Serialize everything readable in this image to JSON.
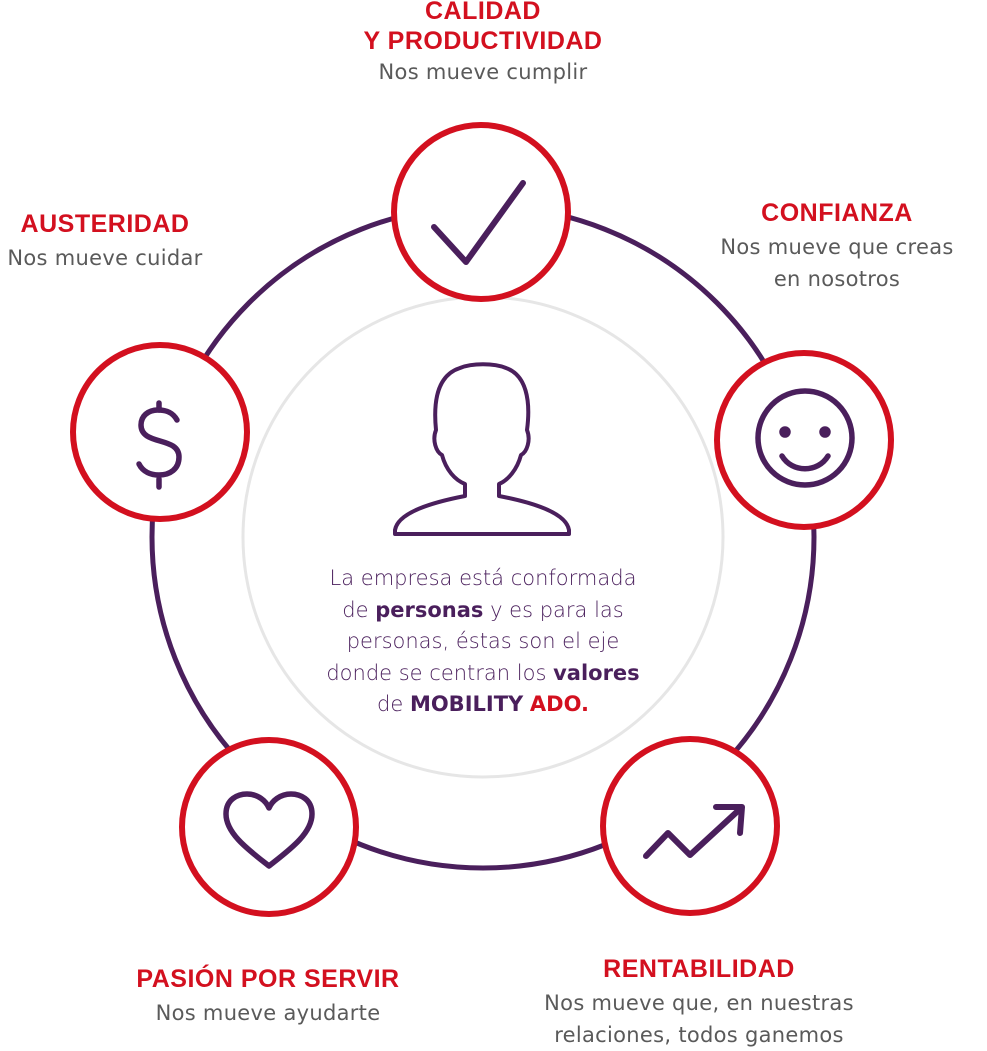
{
  "colors": {
    "accent_red": "#d3101f",
    "ring_purple": "#4a1f5c",
    "inner_ring_gray": "#e6e6e6",
    "text_gray": "#5a5a5a"
  },
  "center": {
    "icon": "person-icon",
    "line1": "La empresa está conformada",
    "line2_pre": "de ",
    "line2_bold": "personas",
    "line2_post": " y es para las",
    "line3": "personas, éstas son el eje",
    "line4_pre": "donde se centran los ",
    "line4_bold": "valores",
    "line5_pre": "de ",
    "line5_brand": "MOBILITY",
    "line5_brand_red": "ADO."
  },
  "values": [
    {
      "id": "calidad",
      "title": "CALIDAD\nY PRODUCTIVIDAD",
      "desc": "Nos mueve cumplir",
      "icon": "checkmark-icon"
    },
    {
      "id": "confianza",
      "title": "CONFIANZA",
      "desc": "Nos mueve que creas\nen nosotros",
      "icon": "smiley-face-icon"
    },
    {
      "id": "rentabilidad",
      "title": "RENTABILIDAD",
      "desc": "Nos mueve que, en nuestras\nrelaciones, todos ganemos",
      "icon": "trending-up-arrow-icon"
    },
    {
      "id": "pasion",
      "title": "PASIÓN POR SERVIR",
      "desc": "Nos mueve ayudarte",
      "icon": "heart-icon"
    },
    {
      "id": "austeridad",
      "title": "AUSTERIDAD",
      "desc": "Nos mueve cuidar",
      "icon": "dollar-sign-icon"
    }
  ]
}
